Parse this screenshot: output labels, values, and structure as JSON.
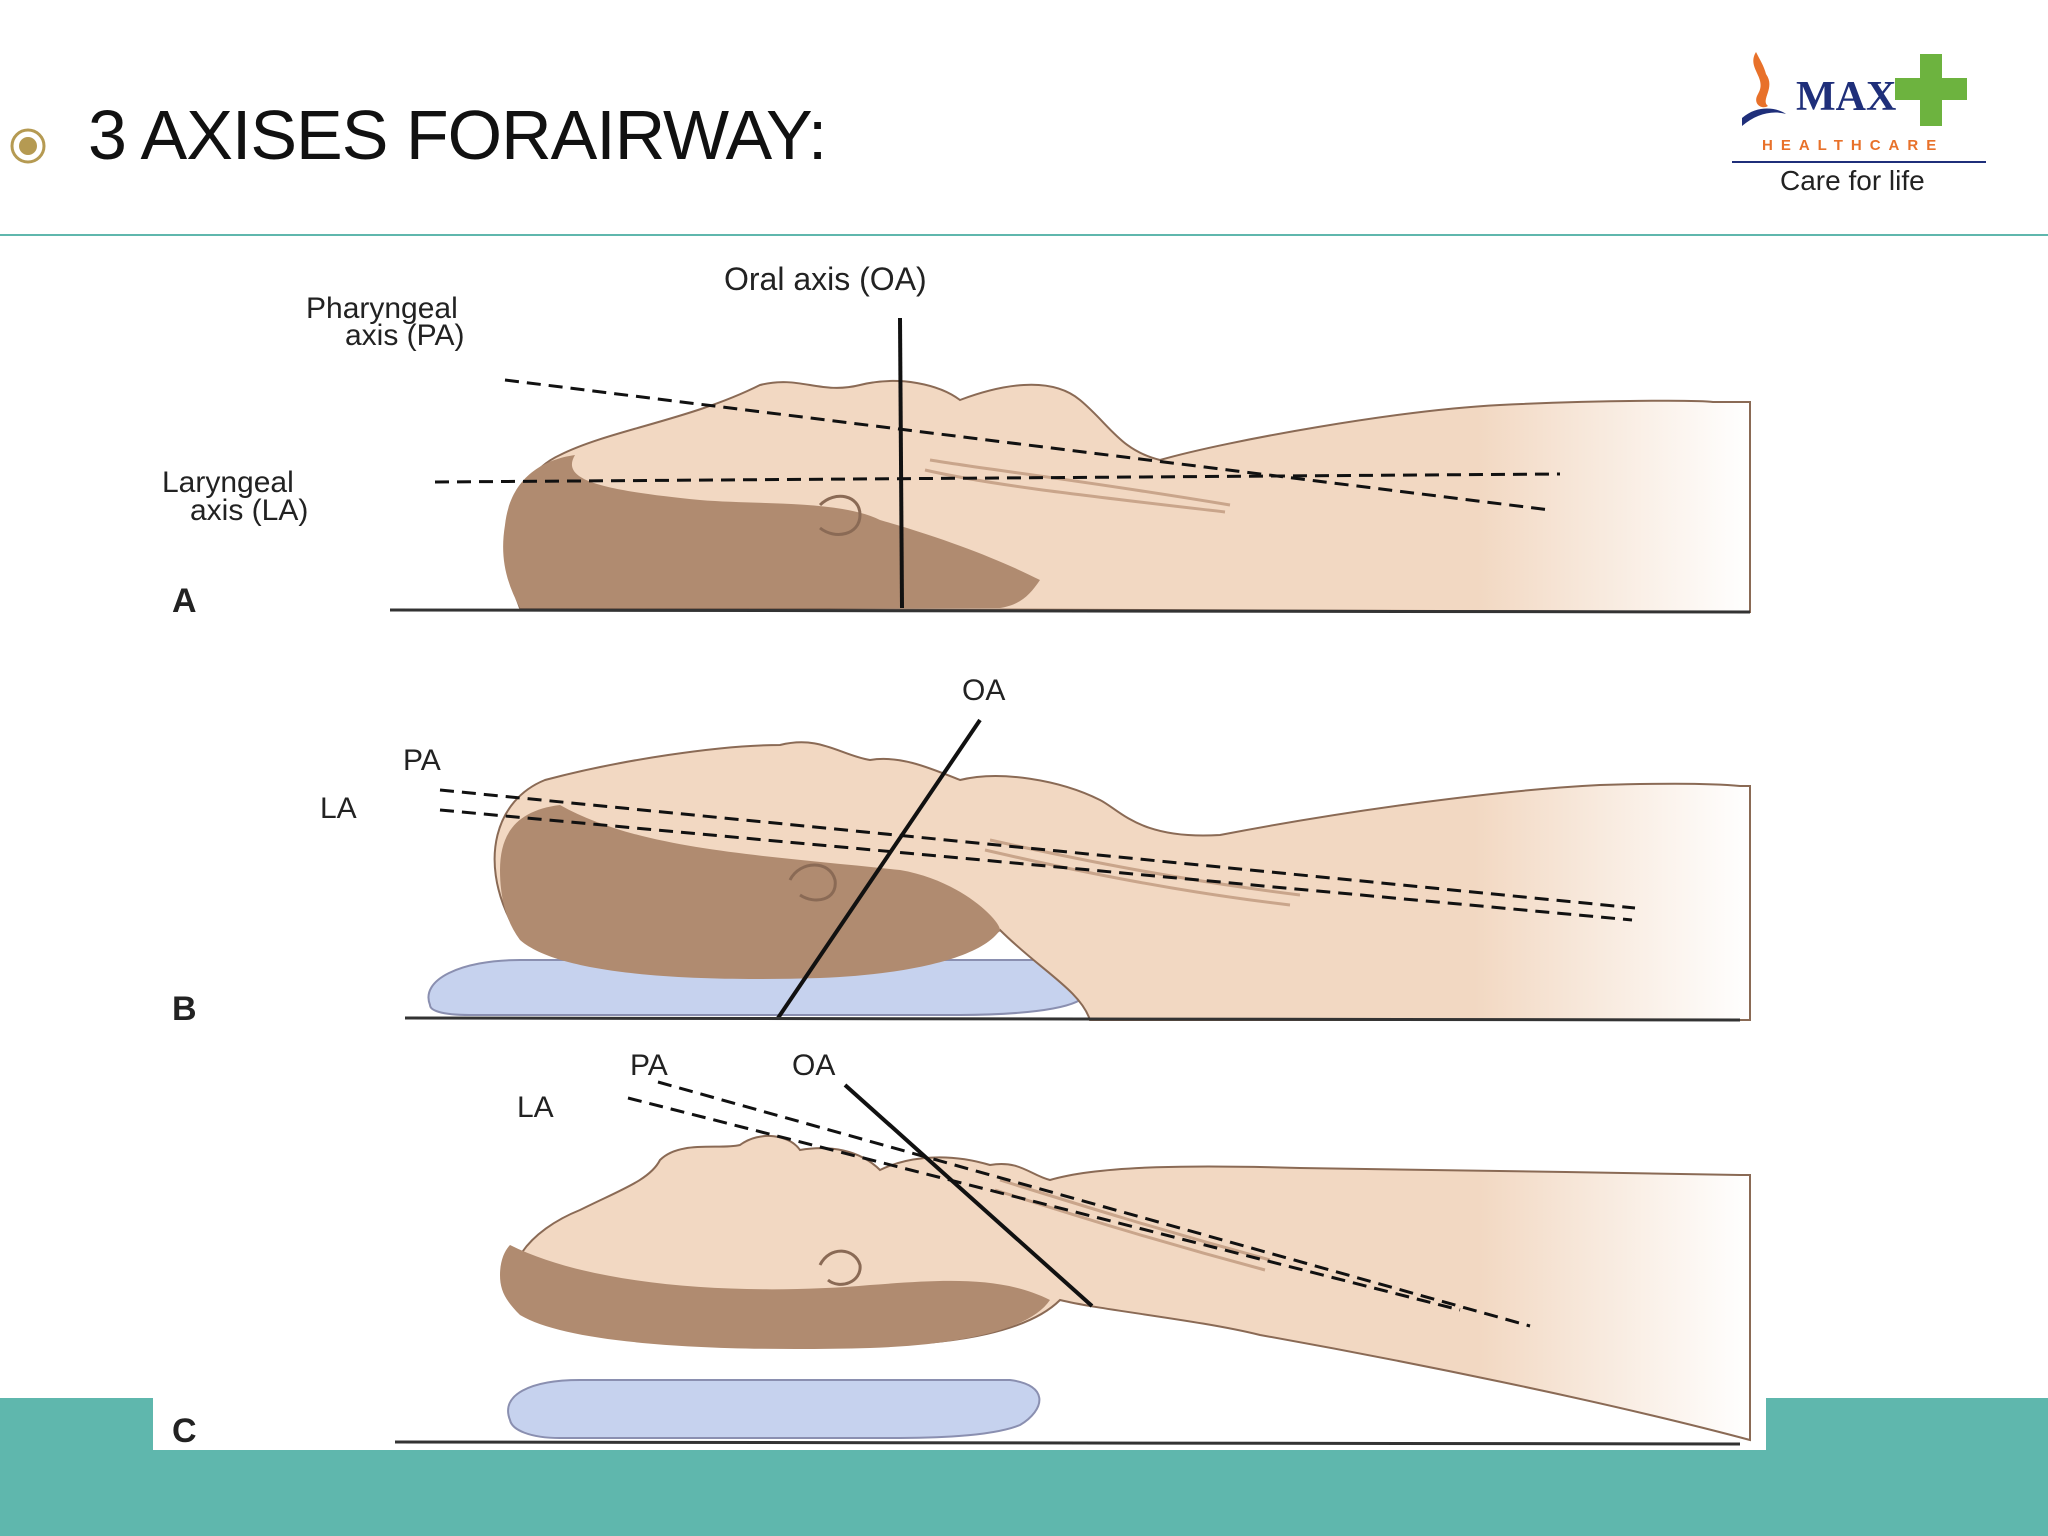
{
  "slide": {
    "title": "3 AXISES FORAIRWAY:",
    "accent_color": "#5fb7ad",
    "bullet_icon": "circle-bullet-icon"
  },
  "logo": {
    "brand": "MAX",
    "sub": "HEALTHCARE",
    "tagline": "Care for life",
    "icon": "flame-cross-logo-icon"
  },
  "diagram": {
    "panels": [
      {
        "letter": "A",
        "labels": {
          "oa": "Oral axis (OA)",
          "pa_line1": "Pharyngeal",
          "pa_line2": "axis (PA)",
          "la_line1": "Laryngeal",
          "la_line2": "axis (LA)"
        }
      },
      {
        "letter": "B",
        "labels": {
          "oa": "OA",
          "pa": "PA",
          "la": "LA"
        }
      },
      {
        "letter": "C",
        "labels": {
          "oa": "OA",
          "pa": "PA",
          "la": "LA"
        }
      }
    ],
    "colors": {
      "skin": "#f2d8c2",
      "hair": "#b08b70",
      "pillow": "#c6d2ee",
      "outline": "#8a6a55"
    }
  }
}
